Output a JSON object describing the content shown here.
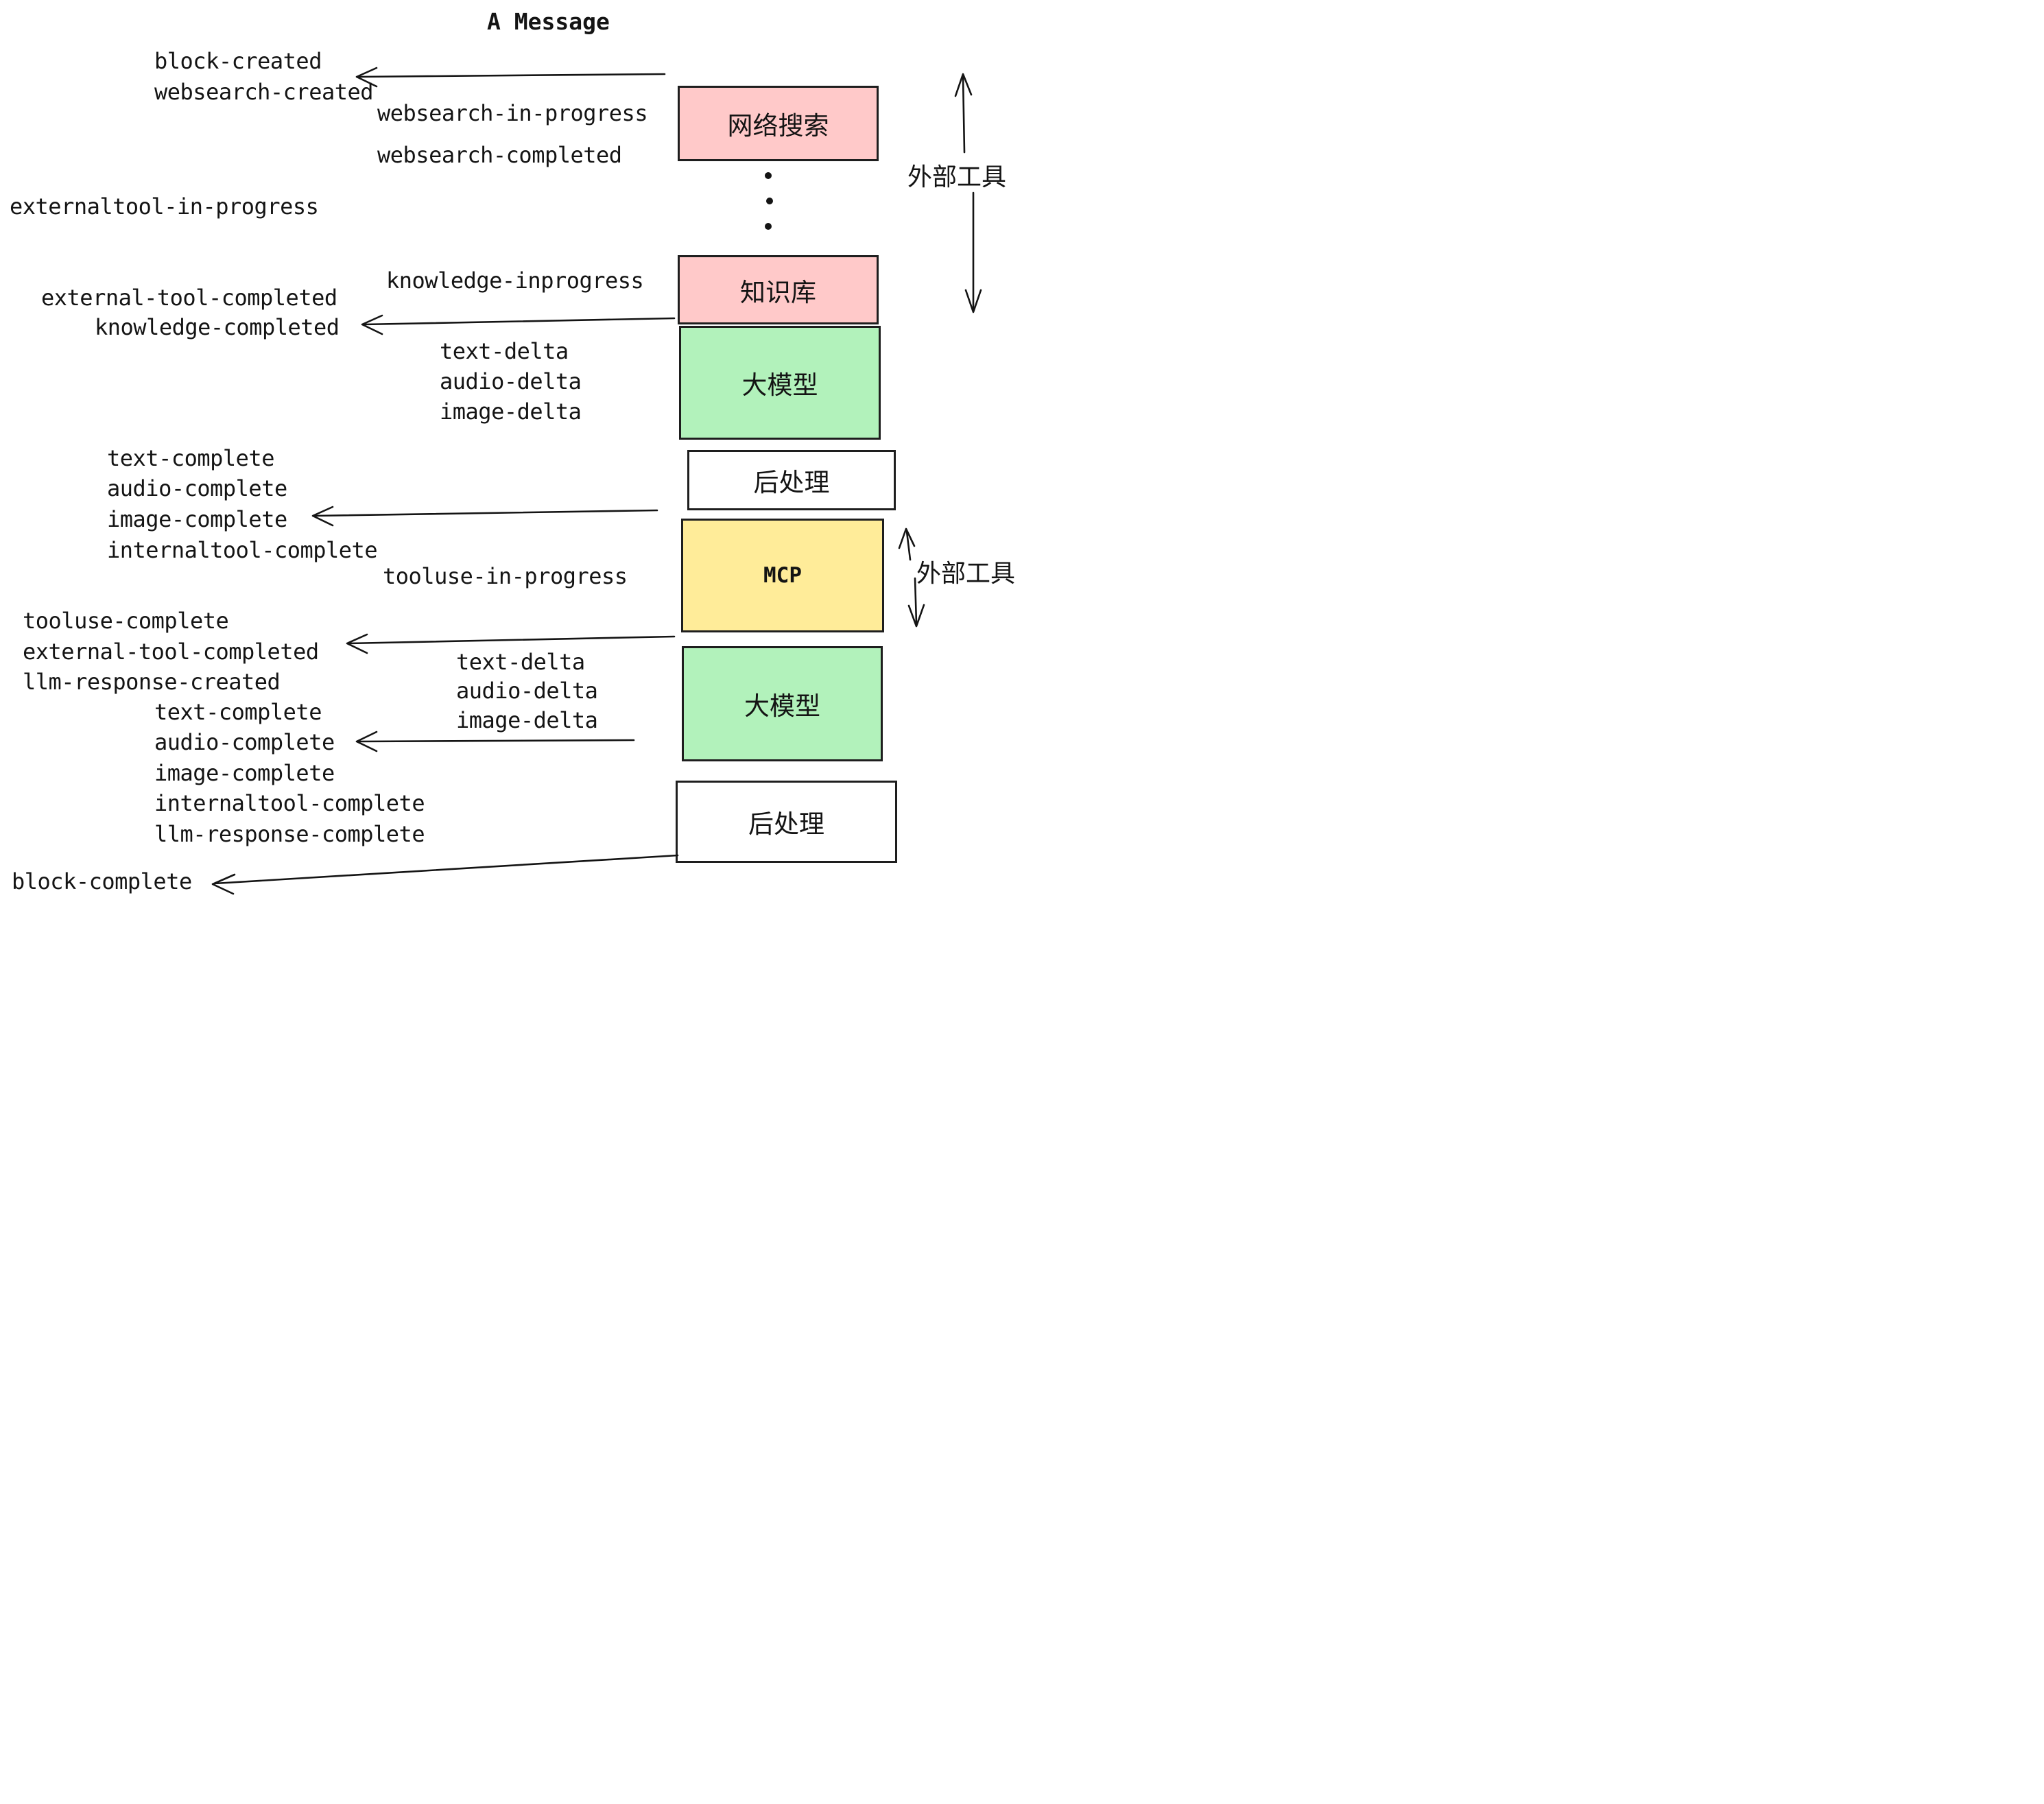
{
  "title": "A Message",
  "colors": {
    "box_pink": "#ffc9c9",
    "box_green": "#b2f2bb",
    "box_yellow": "#ffec99",
    "stroke": "#1e1e1e",
    "ink": "#141414",
    "bg": "#ffffff"
  },
  "boxes": {
    "websearch": {
      "label": "网络搜索"
    },
    "knowledge": {
      "label": "知识库"
    },
    "llm1": {
      "label": "大模型"
    },
    "post1": {
      "label": "后处理"
    },
    "mcp": {
      "label": "MCP"
    },
    "llm2": {
      "label": "大模型"
    },
    "post2": {
      "label": "后处理"
    }
  },
  "annotations": {
    "external_tools_top": "外部工具",
    "external_tools_mid": "外部工具"
  },
  "events": {
    "block_created": "block-created",
    "websearch_created": "websearch-created",
    "websearch_in_progress": "websearch-in-progress",
    "websearch_completed": "websearch-completed",
    "externaltool_in_progress": "externaltool-in-progress",
    "knowledge_inprogress": "knowledge-inprogress",
    "external_tool_completed": "external-tool-completed",
    "knowledge_completed": "knowledge-completed",
    "text_delta": "text-delta",
    "audio_delta": "audio-delta",
    "image_delta": "image-delta",
    "text_complete": "text-complete",
    "audio_complete": "audio-complete",
    "image_complete": "image-complete",
    "internaltool_complete": "internaltool-complete",
    "tooluse_in_progress": "tooluse-in-progress",
    "tooluse_complete": "tooluse-complete",
    "external_tool_completed_2": "external-tool-completed",
    "llm_response_created": "llm-response-created",
    "text_delta_2": "text-delta",
    "audio_delta_2": "audio-delta",
    "image_delta_2": "image-delta",
    "text_complete_2": "text-complete",
    "audio_complete_2": "audio-complete",
    "image_complete_2": "image-complete",
    "internaltool_complete_2": "internaltool-complete",
    "llm_response_complete": "llm-response-complete",
    "block_complete": "block-complete"
  }
}
